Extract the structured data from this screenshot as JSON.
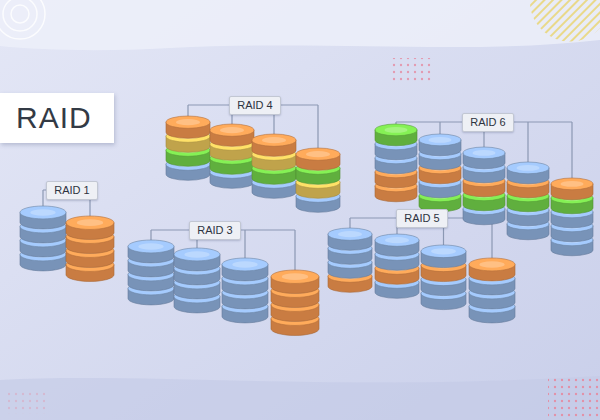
{
  "diagram": {
    "title": "RAID",
    "nodes": [
      {
        "text": [
          "RAID 4"
        ]
      },
      {
        "text": [
          "RAID 6"
        ]
      },
      {
        "text": [
          "RAID 1"
        ]
      },
      {
        "text": [
          "RAID 5"
        ]
      },
      {
        "text": [
          "RAID 3"
        ]
      }
    ]
  }
}
